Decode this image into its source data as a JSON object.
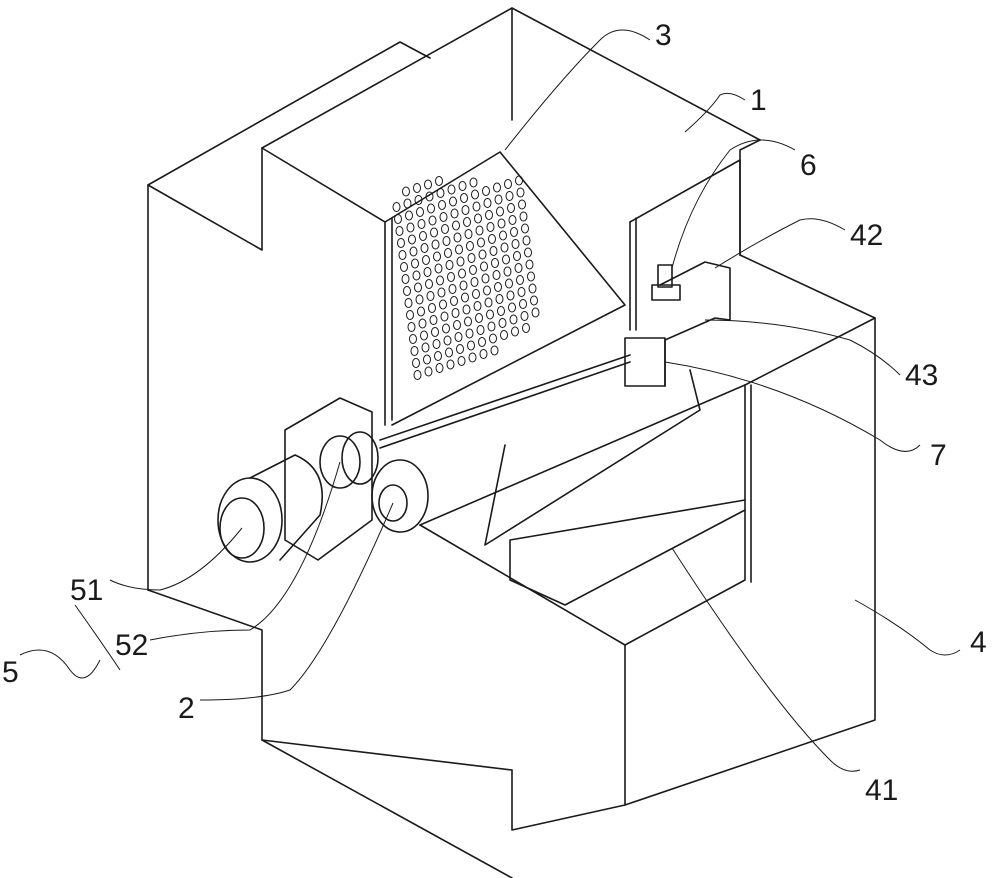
{
  "figure": {
    "labels": [
      {
        "id": "label-3",
        "text": "3"
      },
      {
        "id": "label-1",
        "text": "1"
      },
      {
        "id": "label-6",
        "text": "6"
      },
      {
        "id": "label-42",
        "text": "42"
      },
      {
        "id": "label-43",
        "text": "43"
      },
      {
        "id": "label-7",
        "text": "7"
      },
      {
        "id": "label-4",
        "text": "4"
      },
      {
        "id": "label-41",
        "text": "41"
      },
      {
        "id": "label-2",
        "text": "2"
      },
      {
        "id": "label-52",
        "text": "52"
      },
      {
        "id": "label-51",
        "text": "51"
      },
      {
        "id": "label-5",
        "text": "5"
      }
    ]
  }
}
